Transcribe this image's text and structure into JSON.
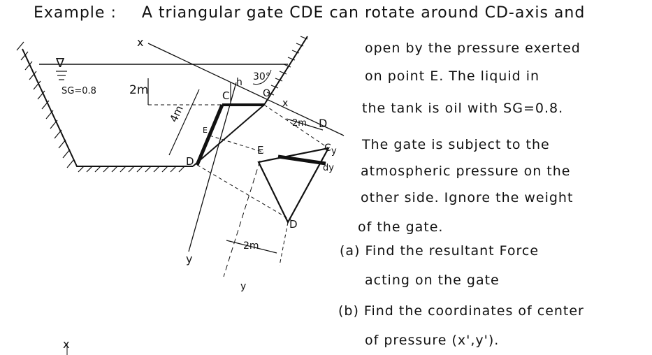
{
  "header": {
    "example_label": "Example :",
    "title_text": "A triangular gate CDE can rotate around CD-axis and"
  },
  "problem_lines": [
    "open by the pressure exerted",
    "on point E.   The liquid in",
    "the tank is oil with SG=0.8.",
    "The gate is subject to the",
    "atmospheric pressure on the",
    "other side. Ignore the weight",
    "of the gate.",
    "(a) Find the resultant Force",
    "acting on the gate",
    "(b) Find the coordinates of center",
    "of pressure (x',y')."
  ],
  "diagram": {
    "free_surface_symbol": "∇",
    "specific_gravity": "SG=0.8",
    "depth_label": "2m",
    "angle_label": "30°",
    "gate_length_label": "4m",
    "gate_width_top_label": "2m",
    "gate_width_bottom_label": "2m",
    "point_labels": {
      "C": "C",
      "D": "D",
      "E": "E",
      "O": "O"
    },
    "axis_labels": {
      "x": "x",
      "y": "y",
      "h": "h",
      "dy": "dy"
    }
  }
}
